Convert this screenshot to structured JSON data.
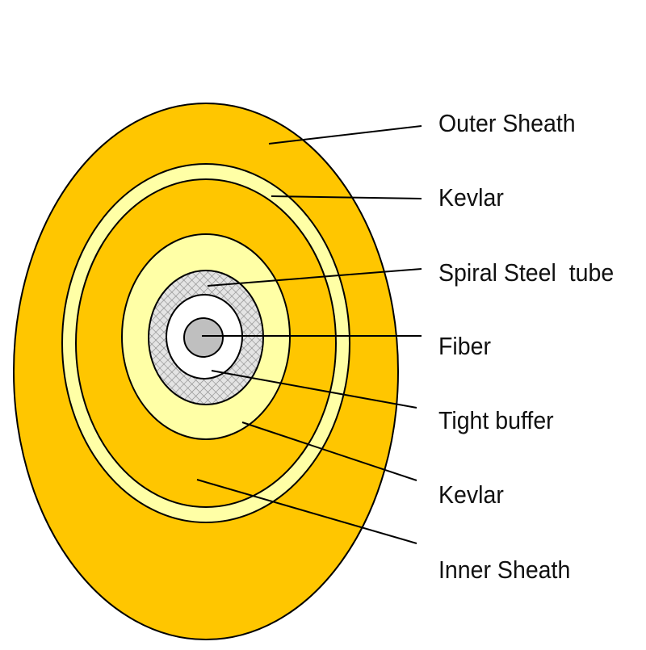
{
  "colors": {
    "outer_sheath": "#FFC600",
    "kevlar": "#FFFFA6",
    "inner_sheath": "#FFC600",
    "steel_tube": "#D8D8D8",
    "tight_buffer": "#FFFFFF",
    "fiber": "#BFBFBF",
    "outline": "#000000"
  },
  "labels": [
    "Outer Sheath",
    "Kevlar",
    "Spiral Steel  tube",
    "Fiber",
    "Tight buffer",
    "Kevlar",
    "Inner Sheath"
  ]
}
